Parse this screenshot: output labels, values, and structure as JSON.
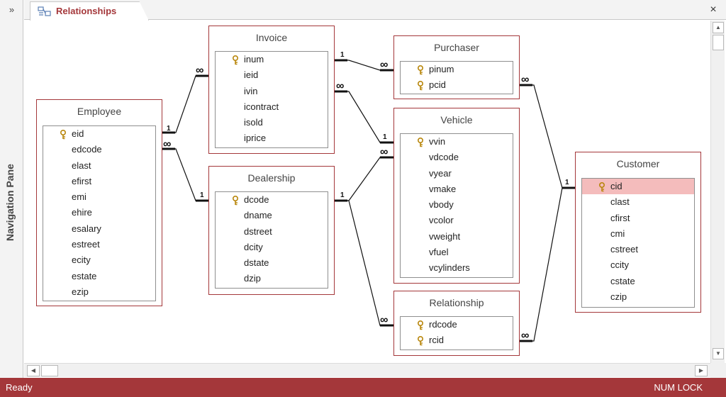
{
  "nav_pane": {
    "expand_glyph": "»",
    "label": "Navigation Pane"
  },
  "tab": {
    "label": "Relationships",
    "close_glyph": "×"
  },
  "tables": {
    "invoice": {
      "title": "Invoice",
      "fields": [
        {
          "name": "inum",
          "key": true
        },
        {
          "name": "ieid",
          "key": false
        },
        {
          "name": "ivin",
          "key": false
        },
        {
          "name": "icontract",
          "key": false
        },
        {
          "name": "isold",
          "key": false
        },
        {
          "name": "iprice",
          "key": false
        }
      ]
    },
    "purchaser": {
      "title": "Purchaser",
      "fields": [
        {
          "name": "pinum",
          "key": true
        },
        {
          "name": "pcid",
          "key": true
        }
      ]
    },
    "employee": {
      "title": "Employee",
      "fields": [
        {
          "name": "eid",
          "key": true
        },
        {
          "name": "edcode",
          "key": false
        },
        {
          "name": "elast",
          "key": false
        },
        {
          "name": "efirst",
          "key": false
        },
        {
          "name": "emi",
          "key": false
        },
        {
          "name": "ehire",
          "key": false
        },
        {
          "name": "esalary",
          "key": false
        },
        {
          "name": "estreet",
          "key": false
        },
        {
          "name": "ecity",
          "key": false
        },
        {
          "name": "estate",
          "key": false
        },
        {
          "name": "ezip",
          "key": false
        }
      ]
    },
    "vehicle": {
      "title": "Vehicle",
      "fields": [
        {
          "name": "vvin",
          "key": true
        },
        {
          "name": "vdcode",
          "key": false
        },
        {
          "name": "vyear",
          "key": false
        },
        {
          "name": "vmake",
          "key": false
        },
        {
          "name": "vbody",
          "key": false
        },
        {
          "name": "vcolor",
          "key": false
        },
        {
          "name": "vweight",
          "key": false
        },
        {
          "name": "vfuel",
          "key": false
        },
        {
          "name": "vcylinders",
          "key": false
        }
      ]
    },
    "dealership": {
      "title": "Dealership",
      "fields": [
        {
          "name": "dcode",
          "key": true
        },
        {
          "name": "dname",
          "key": false
        },
        {
          "name": "dstreet",
          "key": false
        },
        {
          "name": "dcity",
          "key": false
        },
        {
          "name": "dstate",
          "key": false
        },
        {
          "name": "dzip",
          "key": false
        }
      ]
    },
    "customer": {
      "title": "Customer",
      "fields": [
        {
          "name": "cid",
          "key": true,
          "selected": true
        },
        {
          "name": "clast",
          "key": false
        },
        {
          "name": "cfirst",
          "key": false
        },
        {
          "name": "cmi",
          "key": false
        },
        {
          "name": "cstreet",
          "key": false
        },
        {
          "name": "ccity",
          "key": false
        },
        {
          "name": "cstate",
          "key": false
        },
        {
          "name": "czip",
          "key": false
        }
      ]
    },
    "relationship": {
      "title": "Relationship",
      "fields": [
        {
          "name": "rdcode",
          "key": true
        },
        {
          "name": "rcid",
          "key": true
        }
      ]
    }
  },
  "relationships": [
    {
      "from": "invoice",
      "to": "purchaser",
      "from_card": "1",
      "to_card": "∞"
    },
    {
      "from": "invoice",
      "to": "vehicle",
      "from_card": "∞",
      "to_card": "1"
    },
    {
      "from": "employee",
      "to": "invoice",
      "from_card": "1",
      "to_card": "∞"
    },
    {
      "from": "employee",
      "to": "dealership",
      "from_card": "∞",
      "to_card": "1"
    },
    {
      "from": "dealership",
      "to": "vehicle",
      "from_card": "1",
      "to_card": "∞"
    },
    {
      "from": "dealership",
      "to": "relationship",
      "from_card": "1",
      "to_card": "∞"
    },
    {
      "from": "purchaser",
      "to": "customer",
      "from_card": "∞",
      "to_card": "1"
    },
    {
      "from": "relationship",
      "to": "customer",
      "from_card": "∞",
      "to_card": "1"
    }
  ],
  "colors": {
    "accent": "#a4373a",
    "selected_row": "#f4bcbc",
    "status_bar": "#a4373a"
  },
  "scrollbars": {
    "up": "▲",
    "down": "▼",
    "left": "◀",
    "right": "▶"
  },
  "status": {
    "left": "Ready",
    "right": "NUM LOCK"
  }
}
